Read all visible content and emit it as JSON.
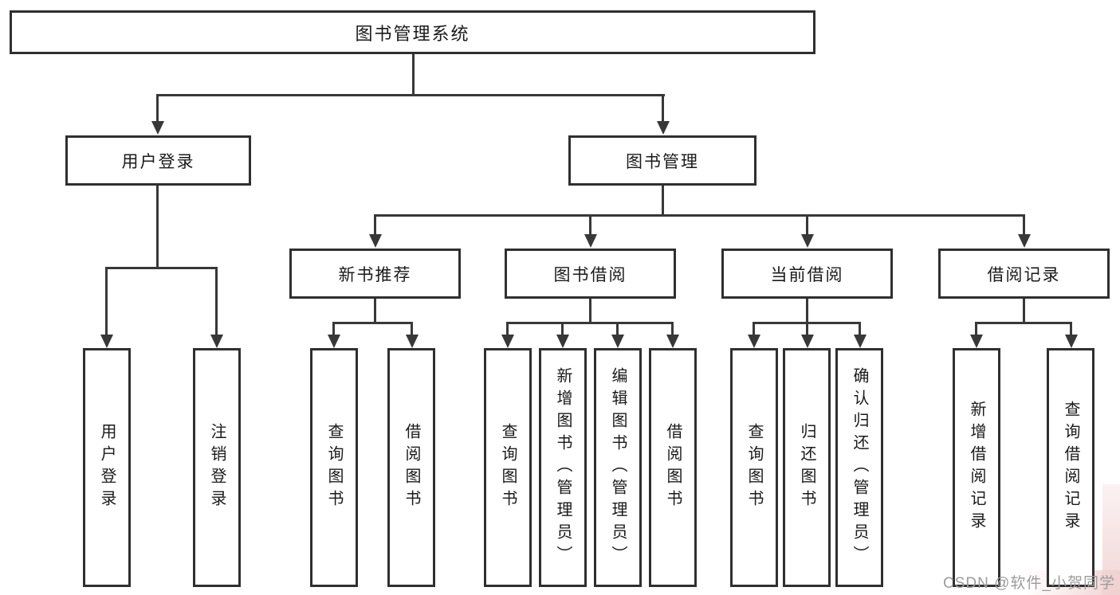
{
  "diagram_title": "图书管理系统",
  "colors": {
    "background": "#ffffff",
    "line": "#383838",
    "box_border": "#2f2f2f",
    "text": "#1a1a1a",
    "watermark_text": "#9c9c9c",
    "watermark_pink": "#f2d6d6"
  },
  "tree": {
    "root": {
      "label": "图书管理系统"
    },
    "branches": [
      {
        "label": "用户登录",
        "children": [
          {
            "label": "用户登录"
          },
          {
            "label": "注销登录"
          }
        ]
      },
      {
        "label": "图书管理",
        "children": [
          {
            "label": "新书推荐",
            "children": [
              {
                "label": "查询图书"
              },
              {
                "label": "借阅图书"
              }
            ]
          },
          {
            "label": "图书借阅",
            "children": [
              {
                "label": "查询图书"
              },
              {
                "label": "新增图书（管理员）"
              },
              {
                "label": "编辑图书（管理员）"
              },
              {
                "label": "借阅图书"
              }
            ]
          },
          {
            "label": "当前借阅",
            "children": [
              {
                "label": "查询图书"
              },
              {
                "label": "归还图书"
              },
              {
                "label": "确认归还（管理员）"
              }
            ]
          },
          {
            "label": "借阅记录",
            "children": [
              {
                "label": "新增借阅记录"
              },
              {
                "label": "查询借阅记录"
              }
            ]
          }
        ]
      }
    ]
  },
  "watermark": {
    "text": "CSDN @软件_小贺同学"
  }
}
